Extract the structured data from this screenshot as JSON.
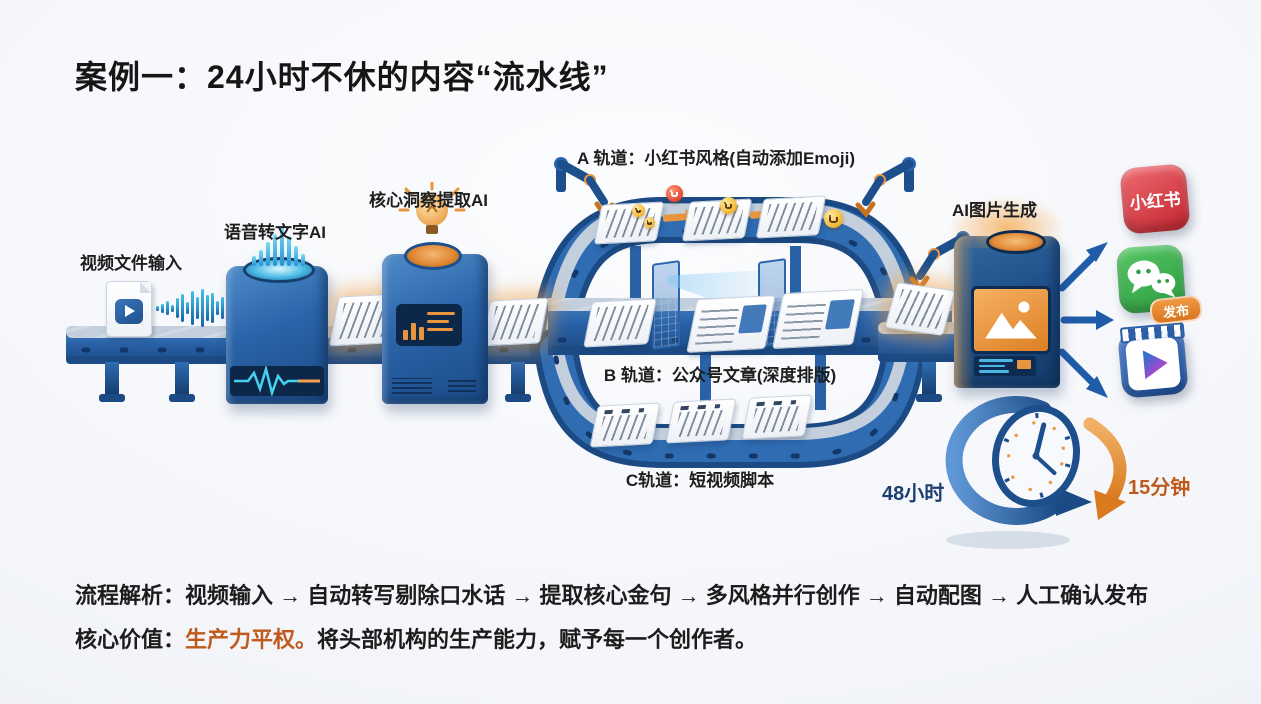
{
  "title": "案例一：24小时不休的内容“流水线”",
  "stages": {
    "input": "视频文件输入",
    "stt": "语音转文字AI",
    "insight": "核心洞察提取AI",
    "image_gen": "AI图片生成"
  },
  "tracks": {
    "a": "A 轨道：小红书风格(自动添加Emoji)",
    "b": "B 轨道：公众号文章(深度排版)",
    "c": "C轨道：短视频脚本"
  },
  "outputs": {
    "xiaohongshu_label": "小红书",
    "wechat_badge": "发布"
  },
  "time": {
    "before": "48小时",
    "after": "15分钟"
  },
  "footer": {
    "process_label": "流程解析：",
    "process_text": "视频输入 → 自动转写剔除口水话 → 提取核心金句 → 多风格并行创作 → 自动配图 → 人工确认发布",
    "value_label": "核心价值：",
    "value_highlight": "生产力平权。",
    "value_rest": "将头部机构的生产能力，赋予每一个创作者。"
  },
  "icons": {
    "lightbulb": "lightbulb-icon",
    "clock": "clock-icon",
    "robot_arm": "robot-arm-icon",
    "xiaohongshu": "xiaohongshu-app-icon",
    "wechat": "wechat-app-icon",
    "short_video": "short-video-app-icon"
  },
  "colors": {
    "belt_blue": "#2a65ad",
    "accent_orange": "#dd7f24",
    "highlight_text": "#bf5a1d",
    "xiaohongshu_red": "#c3252f",
    "wechat_green": "#2d9c42"
  }
}
